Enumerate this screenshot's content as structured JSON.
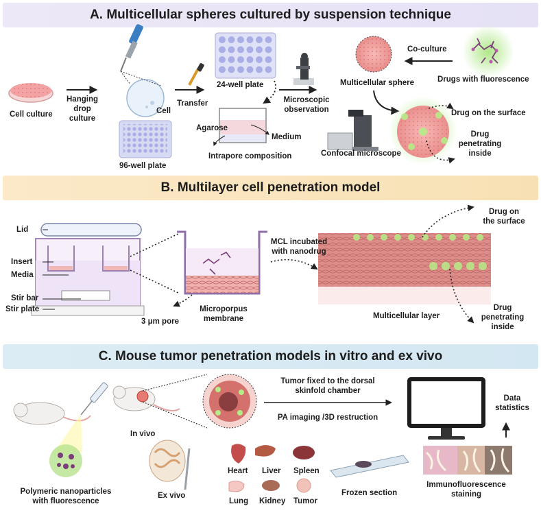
{
  "sections": {
    "a": {
      "title": "A. Multicellular spheres cultured by suspension technique"
    },
    "b": {
      "title": "B. Multilayer cell penetration model"
    },
    "c": {
      "title": "C. Mouse tumor penetration models in vitro and ex vivo"
    }
  },
  "labels_a": {
    "cell_culture": "Cell culture",
    "hanging_drop_1": "Hanging",
    "hanging_drop_2": "drop",
    "hanging_drop_3": "culture",
    "cell": "Cell",
    "plate96": "96-well plate",
    "transfer": "Transfer",
    "plate24": "24-well plate",
    "agarose": "Agarose",
    "medium": "Medium",
    "intrapore": "Intrapore composition",
    "microscopic_1": "Microscopic",
    "microscopic_2": "observation",
    "confocal": "Confocal microscope",
    "multicellular_sphere": "Multicellular sphere",
    "coculture": "Co-culture",
    "drugs_fluor": "Drugs with fluorescence",
    "drug_surface": "Drug on the surface",
    "drug_pen_1": "Drug",
    "drug_pen_2": "penetrating",
    "drug_pen_3": "inside"
  },
  "labels_b": {
    "lid": "Lid",
    "insert": "Insert",
    "media": "Media",
    "stir_bar": "Stir bar",
    "stir_plate": "Stir plate",
    "pore": "3 μm pore",
    "membrane_1": "Microporpus",
    "membrane_2": "membrane",
    "mcl_1": "MCL incubated",
    "mcl_2": "with nanodrug",
    "drug_surface_1": "Drug on",
    "drug_surface_2": "the surface",
    "multicellular_layer": "Multicellular layer",
    "drug_pen_1": "Drug",
    "drug_pen_2": "penetrating",
    "drug_pen_3": "inside"
  },
  "labels_c": {
    "tumor_fixed_1": "Tumor fixed to the dorsal",
    "tumor_fixed_2": "skinfold chamber",
    "pa_imaging": "PA imaging /3D restruction",
    "in_vivo": "In vivo",
    "ex_vivo": "Ex vivo",
    "nano_1": "Polymeric nanoparticles",
    "nano_2": "with fluorescence",
    "heart": "Heart",
    "liver": "Liver",
    "spleen": "Spleen",
    "lung": "Lung",
    "kidney": "Kidney",
    "tumor": "Tumor",
    "frozen": "Frozen section",
    "data_1": "Data",
    "data_2": "statistics",
    "immuno_1": "Immunofluorescence",
    "immuno_2": "staining"
  },
  "colors": {
    "sphere_pink": "#f4a9a8",
    "fluor_green": "#9be06a",
    "plate_blue": "#c9cdf0",
    "tissue_red": "#d98a86",
    "arrow": "#222222"
  },
  "icons": [
    "petri-dish-icon",
    "pipette-icon",
    "dropper-icon",
    "microscope-icon",
    "confocal-microscope-icon",
    "mouse-icon",
    "syringe-icon",
    "monitor-icon",
    "organ-icons",
    "slide-icon"
  ]
}
